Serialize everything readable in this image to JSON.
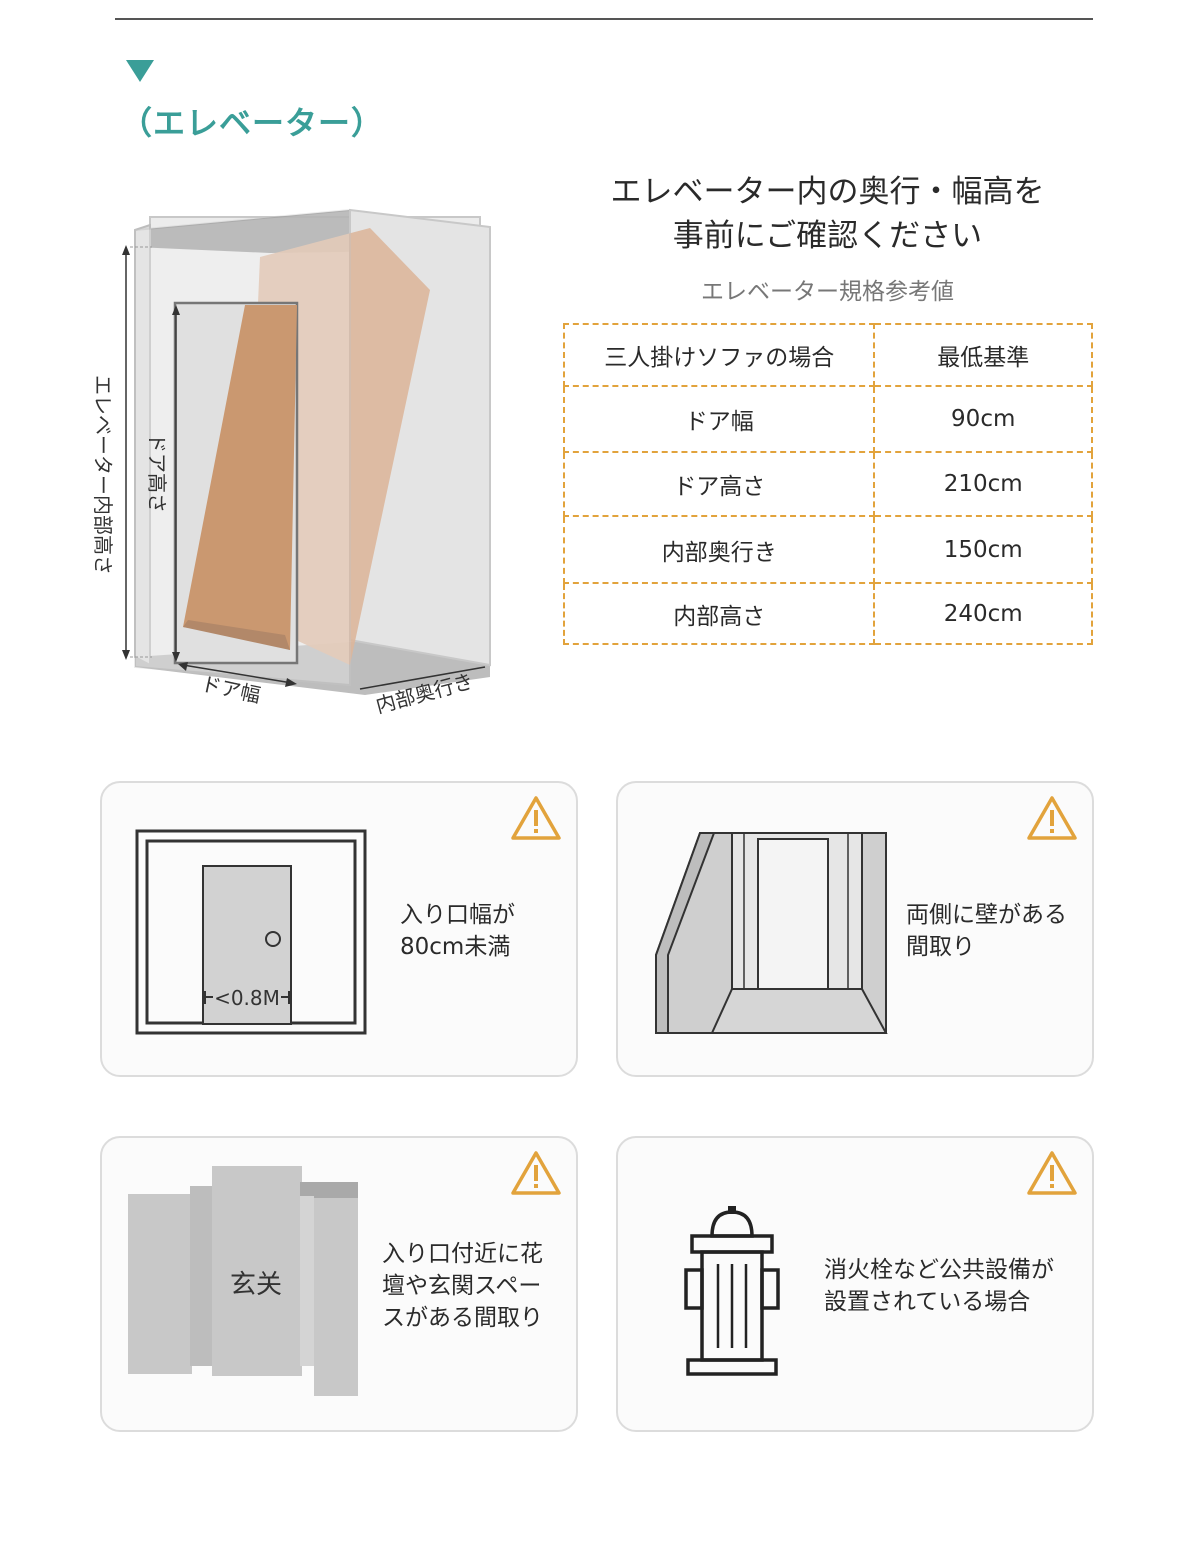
{
  "section": {
    "title": "（エレベーター）"
  },
  "diagram": {
    "inner_height_label": "エレベーター内部高さ",
    "door_height_label": "ドア高さ",
    "door_width_label": "ドア幅",
    "inner_depth_label": "内部奥行き"
  },
  "heading": {
    "line1": "エレベーター内の奥行・幅高を",
    "line2": "事前にご確認ください",
    "subtitle": "エレベーター規格参考値"
  },
  "spec_table": {
    "header": [
      "三人掛けソファの場合",
      "最低基準"
    ],
    "rows": [
      [
        "ドア幅",
        "90cm"
      ],
      [
        "ドア高さ",
        "210cm"
      ],
      [
        "内部奥行き",
        "150cm"
      ],
      [
        "内部高さ",
        "240cm"
      ]
    ]
  },
  "cards": [
    {
      "lines": [
        "入り口幅が",
        "80cm未満"
      ],
      "measure": "<0.8M",
      "icon": "warning-icon"
    },
    {
      "lines": [
        "両側に壁がある",
        "間取り"
      ],
      "icon": "warning-icon"
    },
    {
      "lines": [
        "入り口付近に花",
        "壇や玄関スペー",
        "スがある間取り"
      ],
      "entrance": "玄关",
      "icon": "warning-icon"
    },
    {
      "lines": [
        "消火栓など公共設備が",
        "設置されている場合"
      ],
      "icon": "warning-icon"
    }
  ],
  "colors": {
    "accent": "#3a9e98",
    "table_border": "#e2a33c",
    "warning": "#e2a33c",
    "sofa": "#b5672a"
  }
}
